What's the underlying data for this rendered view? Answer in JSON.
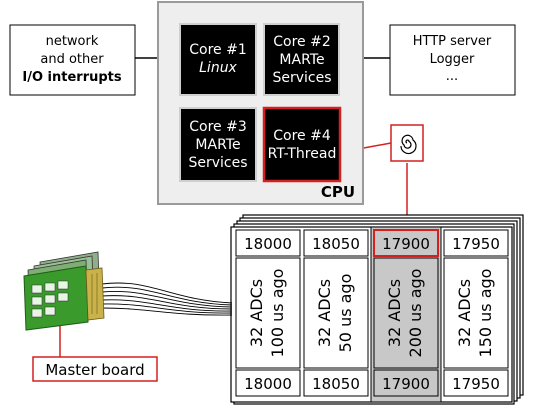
{
  "io_box": {
    "line1": "network",
    "line2": "and other",
    "line3": "I/O interrupts"
  },
  "http_box": {
    "line1": "HTTP server",
    "line2": "Logger",
    "line3": "..."
  },
  "cpu": {
    "label": "CPU",
    "cores": [
      {
        "title": "Core #1",
        "subtitle": "Linux",
        "subtitle2": ""
      },
      {
        "title": "Core #2",
        "subtitle": "MARTe",
        "subtitle2": "Services"
      },
      {
        "title": "Core #3",
        "subtitle": "MARTe",
        "subtitle2": "Services"
      },
      {
        "title": "Core #4",
        "subtitle": "RT-Thread",
        "subtitle2": ""
      }
    ]
  },
  "buffers": {
    "columns": [
      {
        "top": "18000",
        "bottom": "18000",
        "body1": "32 ADCs",
        "body2": "100 us ago"
      },
      {
        "top": "18050",
        "bottom": "18050",
        "body1": "32 ADCs",
        "body2": "50 us ago"
      },
      {
        "top": "17900",
        "bottom": "17900",
        "body1": "32 ADCs",
        "body2": "200 us ago"
      },
      {
        "top": "17950",
        "bottom": "17950",
        "body1": "32 ADCs",
        "body2": "150 us ago"
      }
    ]
  },
  "master_board": {
    "label": "Master board"
  },
  "icons": {
    "spiral": "spiral-icon",
    "board": "circuit-board-icon"
  },
  "colors": {
    "highlight": "#d32020",
    "core_bg": "#000000",
    "cpu_bg": "#eeeeee",
    "active_column": "#c8c8c8"
  }
}
